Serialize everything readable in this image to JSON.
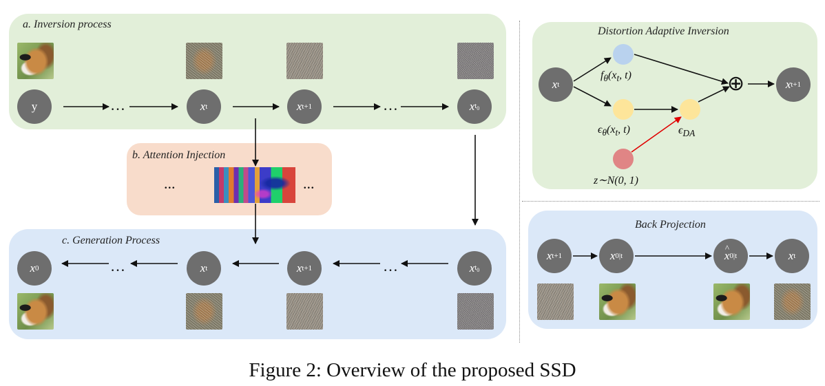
{
  "caption": "Figure 2: Overview of the proposed SSD",
  "panels": {
    "inversion": "a. Inversion process",
    "attention": "b. Attention Injection",
    "generation": "c. Generation Process",
    "dai": "Distortion Adaptive Inversion",
    "back_projection": "Back Projection"
  },
  "nodes": {
    "y": "y",
    "x": "x",
    "t": "t",
    "t1": "t+1",
    "t0": "t",
    "t0_sub": "0",
    "zero": "0",
    "zero_t": "0|t"
  },
  "ellipsis": "…",
  "dots": "...",
  "dai_labels": {
    "f_theta": "f",
    "f_args": "(x",
    "f_args_t": ", t)",
    "eps_theta": "ϵ",
    "eps_da": "ϵ",
    "eps_da_sub": "DA",
    "z_dist": "z∼N(0, 1)",
    "theta": "θ",
    "oplus": "⊕"
  },
  "colors": {
    "green_panel": "#e2efd9",
    "blue_panel": "#dbe8f8",
    "peach_panel": "#f8dccb",
    "node": "#6e6e6e",
    "blue_circle": "#b9d2ee",
    "yellow_circle": "#fde59a",
    "red_circle": "#e08585",
    "red_arrow": "#e00000"
  }
}
